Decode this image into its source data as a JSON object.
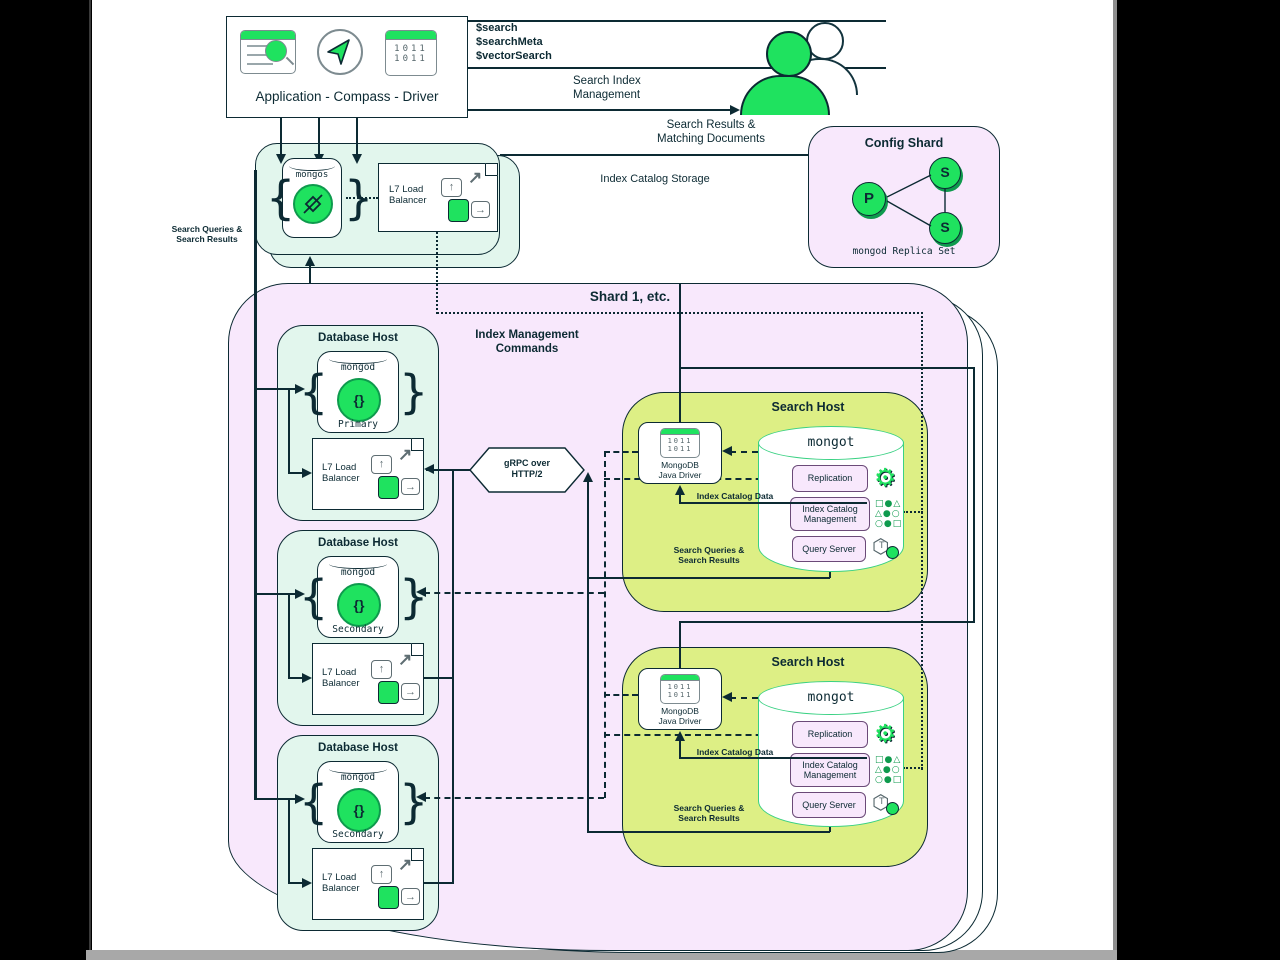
{
  "app": {
    "title": "Application - Compass - Driver"
  },
  "flows": {
    "ops": [
      "$search",
      "$searchMeta",
      "$vectorSearch"
    ],
    "sim": [
      "Search Index",
      "Management"
    ],
    "srmd": [
      "Search Results &",
      "Matching Documents"
    ],
    "ics": "Index Catalog Storage",
    "sqsr": [
      "Search Queries &",
      "Search Results"
    ],
    "imc": [
      "Index Management",
      "Commands"
    ],
    "grpc": [
      "gRPC over",
      "HTTP/2"
    ],
    "icd": "Index Catalog Data"
  },
  "mongos": {
    "label": "mongos",
    "lb": [
      "L7 Load",
      "Balancer"
    ]
  },
  "config_shard": {
    "title": "Config Shard",
    "p": "P",
    "s1": "S",
    "s2": "S",
    "caption": "mongod Replica Set"
  },
  "shard": {
    "title": "Shard 1, etc."
  },
  "db_hosts": [
    {
      "title": "Database Host",
      "node": "mongod",
      "role": "Primary",
      "lb": [
        "L7 Load",
        "Balancer"
      ]
    },
    {
      "title": "Database Host",
      "node": "mongod",
      "role": "Secondary",
      "lb": [
        "L7 Load",
        "Balancer"
      ]
    },
    {
      "title": "Database Host",
      "node": "mongod",
      "role": "Secondary",
      "lb": [
        "L7 Load",
        "Balancer"
      ]
    }
  ],
  "search_hosts": [
    {
      "title": "Search Host",
      "driver": [
        "MongoDB",
        "Java Driver"
      ],
      "engine": "mongot",
      "replication": "Replication",
      "icm": [
        "Index Catalog",
        "Management"
      ],
      "query_server": "Query Server"
    },
    {
      "title": "Search Host",
      "driver": [
        "MongoDB",
        "Java Driver"
      ],
      "engine": "mongot",
      "replication": "Replication",
      "icm": [
        "Index Catalog",
        "Management"
      ],
      "query_server": "Query Server"
    }
  ],
  "icons": {
    "binary_rows": [
      "1011",
      "1011"
    ],
    "shapes_rows": [
      "□●△",
      "△●○",
      "○●□"
    ],
    "query_letter": "T",
    "braces": [
      "{",
      "}"
    ],
    "node_glyph": "{}"
  },
  "colors": {
    "green": "#1fe25f",
    "ink": "#0c2a33",
    "mint": "#e2f6ed",
    "lavender": "#f8e8fc",
    "lime": "#ddef85"
  }
}
